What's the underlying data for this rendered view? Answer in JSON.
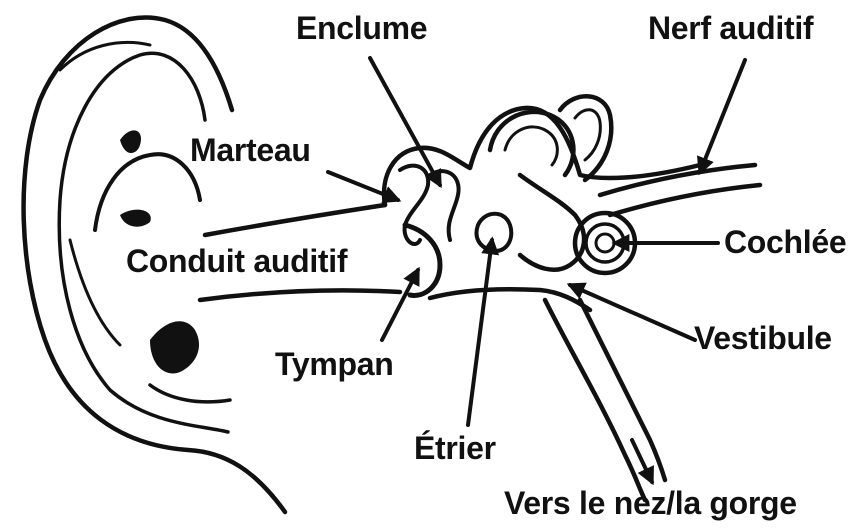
{
  "labels": {
    "enclume": "Enclume",
    "nerf_auditif": "Nerf auditif",
    "marteau": "Marteau",
    "cochlee": "Cochlée",
    "conduit_auditif": "Conduit auditif",
    "tympan": "Tympan",
    "vestibule": "Vestibule",
    "etrier": "Étrier",
    "vers_le_nez": "Vers le nez/la gorge"
  },
  "colors": {
    "ink": "#111111",
    "background": "#ffffff"
  }
}
